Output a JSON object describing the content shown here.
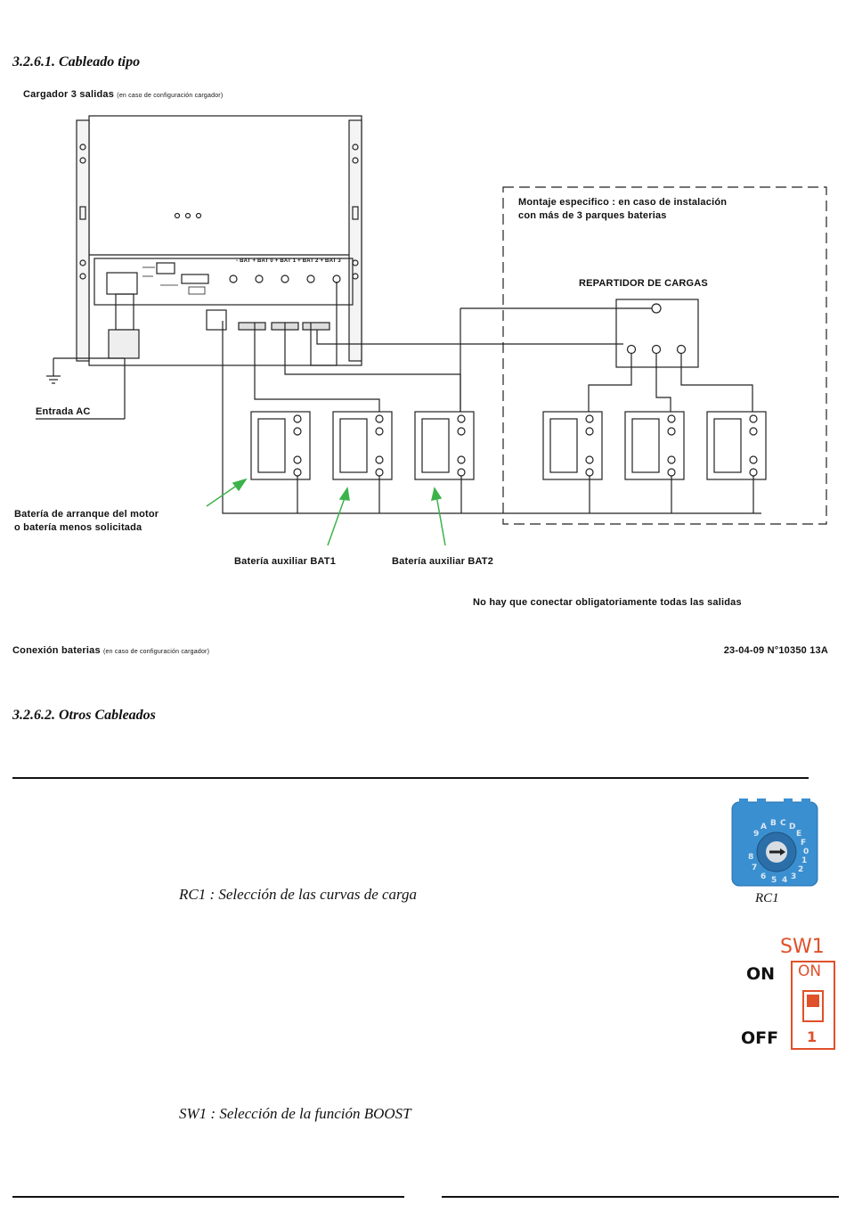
{
  "section1": {
    "title": "3.2.6.1. Cableado tipo"
  },
  "diagram": {
    "charger_title": "Cargador 3 salidas",
    "charger_note": "(en caso de configuración cargador)",
    "terminal_labels": [
      "- BAT",
      "+ BAT 0",
      "+ BAT 1",
      "+ BAT 2",
      "+ BAT 3"
    ],
    "montage_note": [
      "Montaje especifico : en caso de instalación",
      "con más de 3 parques baterias"
    ],
    "repartidor_label": "REPARTIDOR DE CARGAS",
    "entrada_ac": "Entrada AC",
    "bateria_arranque": [
      "Batería de arranque del motor",
      "o batería menos solicitada"
    ],
    "bat1_label": "Batería auxiliar BAT1",
    "bat2_label": "Batería auxiliar BAT2",
    "no_hay_note": "No hay que conectar obligatoriamente todas las salidas",
    "conexion_title": "Conexión baterias",
    "conexion_note": "(en caso de configuración cargador)",
    "ref_code": "23-04-09  N°10350 13A"
  },
  "section2": {
    "title": "3.2.6.2. Otros Cableados"
  },
  "rc1": {
    "label": "RC1 :   Selección de las curvas de carga",
    "caption": "RC1",
    "dial_chars": "0123456789ABCDEF",
    "color": "#3a8fd0"
  },
  "sw1": {
    "title": "SW1",
    "on_label": "ON",
    "off_label": "OFF",
    "switch_on": "ON",
    "switch_num": "1",
    "label": "SW1 :   Selección de la función BOOST",
    "color": "#e0502a"
  }
}
